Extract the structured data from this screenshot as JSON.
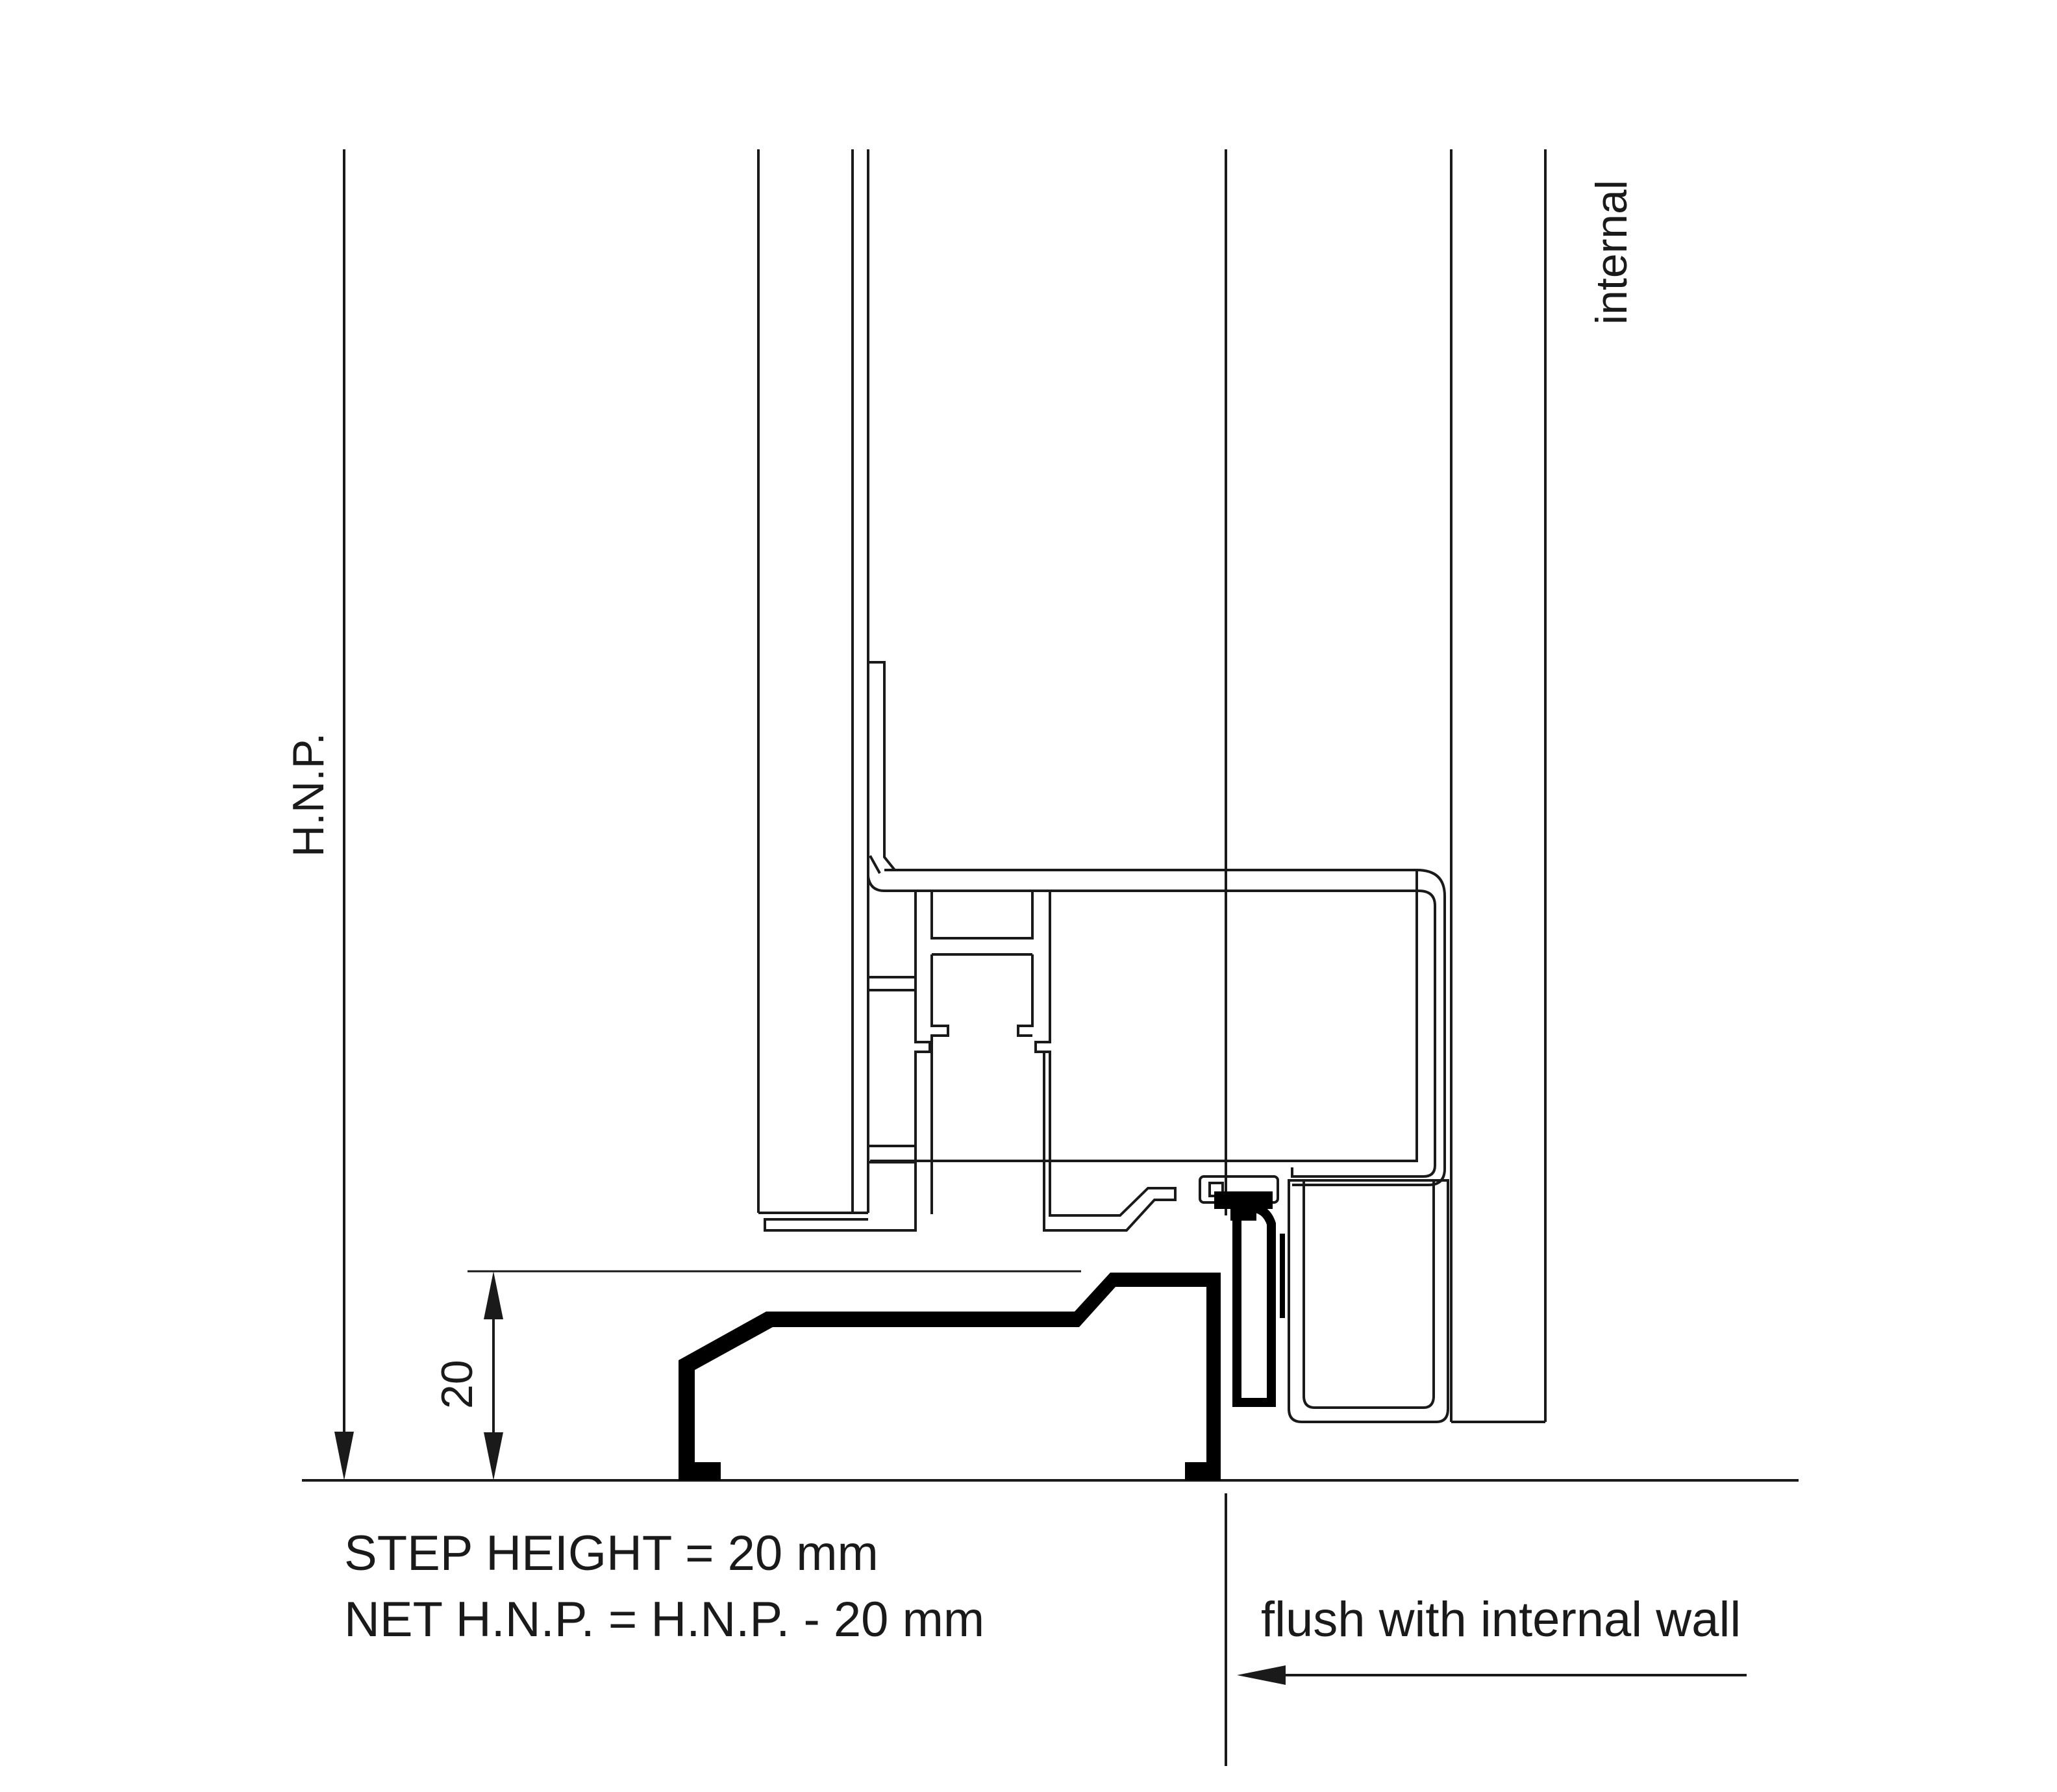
{
  "labels": {
    "hnp": "H.N.P.",
    "internal": "internal",
    "dimension_20": "20",
    "step_height": "STEP HEIGHT = 20 mm",
    "net_hnp": "NET H.N.P. = H.N.P. - 20 mm",
    "flush_note": "flush with internal wall"
  },
  "colors": {
    "line": "#1a1a1a",
    "threshold_fill": "#000000",
    "background": "#ffffff"
  }
}
